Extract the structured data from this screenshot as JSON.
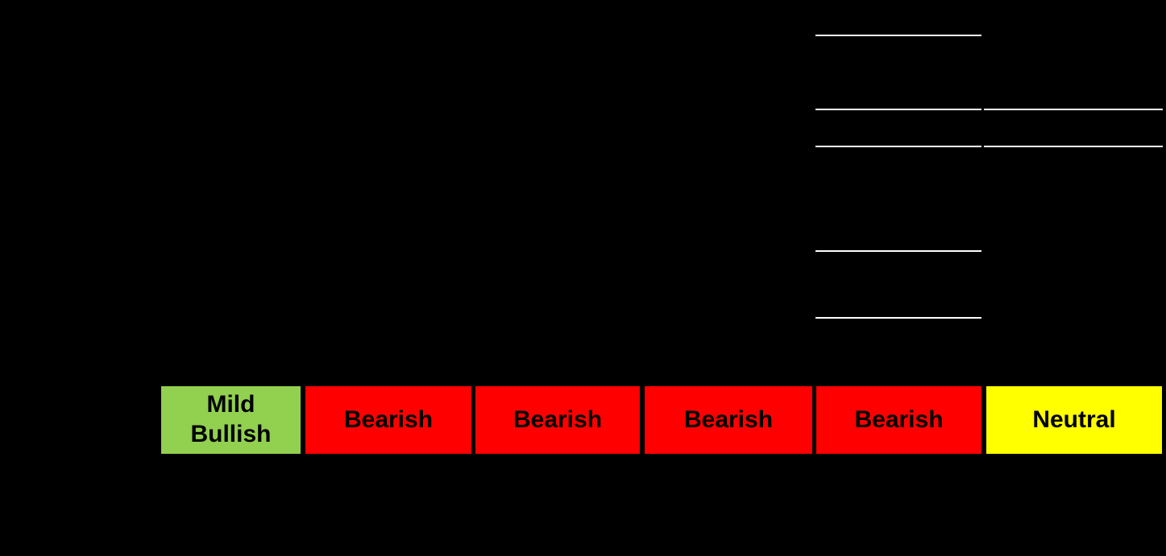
{
  "canvas": {
    "background_color": "#000000",
    "rule_color": "#FFFFFF",
    "text_color": "#000000"
  },
  "chart_data": {
    "type": "table",
    "title": "",
    "rows": [
      [
        "Mild Bullish",
        "Bearish",
        "Bearish",
        "Bearish",
        "Bearish",
        "Neutral"
      ]
    ],
    "cell_colors": [
      [
        "#92D050",
        "#FF0000",
        "#FF0000",
        "#FF0000",
        "#FF0000",
        "#FFFF00"
      ]
    ],
    "layout_hints": {
      "grid": "off",
      "note": "single visible row of sentiment cells; remaining table content not visible against black background; white underline rules visible in two right-hand columns"
    }
  },
  "sentiment_row": {
    "cells": [
      {
        "label": "Mild\nBullish",
        "color": "#92D050"
      },
      {
        "label": "Bearish",
        "color": "#FF0000"
      },
      {
        "label": "Bearish",
        "color": "#FF0000"
      },
      {
        "label": "Bearish",
        "color": "#FF0000"
      },
      {
        "label": "Bearish",
        "color": "#FF0000"
      },
      {
        "label": "Neutral",
        "color": "#FFFF00"
      }
    ]
  }
}
